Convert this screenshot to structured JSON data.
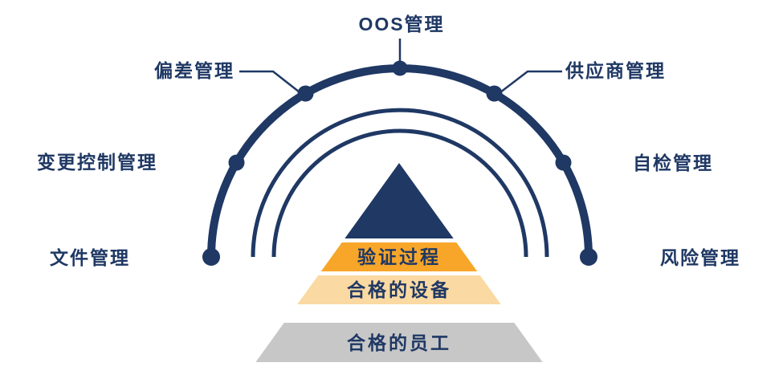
{
  "colors": {
    "navy": "#1F3864",
    "orange": "#F7A62A",
    "light_yellow": "#FBD9A2",
    "gray": "#C7C7C7"
  },
  "labels": {
    "oos": "OOS管理",
    "deviation": "偏差管理",
    "supplier": "供应商管理",
    "change_control": "变更控制管理",
    "self_inspection": "自检管理",
    "document": "文件管理",
    "risk": "风险管理"
  },
  "pyramid": {
    "level1": "验证过程",
    "level2": "合格的设备",
    "level3": "合格的员工"
  }
}
